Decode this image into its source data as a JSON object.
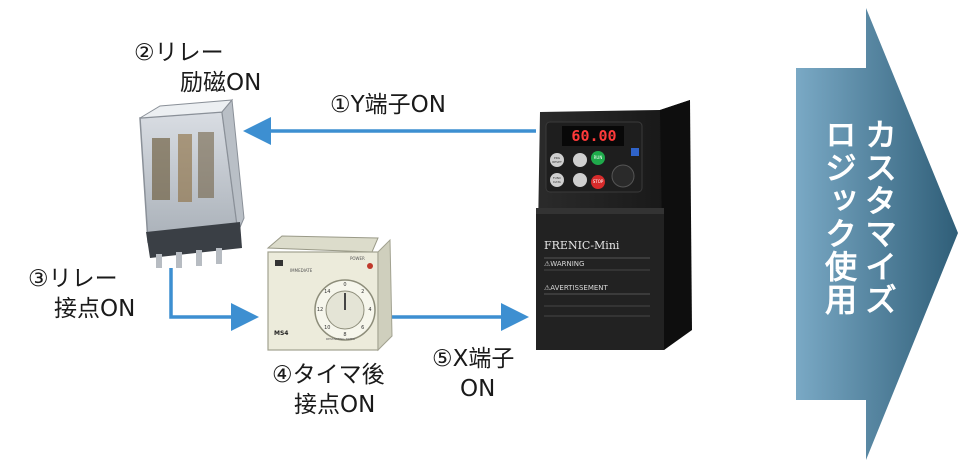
{
  "labels": {
    "step1": "①Y端子ON",
    "step2_line1": "②リレー",
    "step2_line2": "励磁ON",
    "step3_line1": "③リレー",
    "step3_line2": "接点ON",
    "step4_line1": "④タイマ後",
    "step4_line2": "接点ON",
    "step5_line1": "⑤X端子",
    "step5_line2": "ON"
  },
  "big_arrow": {
    "col1": "カスタマイズ",
    "col2": "ロジック使用"
  },
  "inverter": {
    "display": "60.00",
    "brand": "FRENIC-Mini",
    "warning": "⚠WARNING",
    "avertissement": "⚠AVERTISSEMENT",
    "run": "RUN",
    "stop": "STOP",
    "prg": "PRG RESET",
    "func": "FUNC DATA"
  },
  "timer": {
    "power": "POWER",
    "immediate": "IMMEDIATE",
    "restart": "RESTARTING TIMER",
    "model": "MS4",
    "dial": [
      "0",
      "2",
      "4",
      "6",
      "8",
      "10",
      "12",
      "14"
    ]
  },
  "colors": {
    "arrow_blue": "#3d8fd1",
    "big_arrow_start": "#6e9fbd",
    "big_arrow_end": "#2f5e78"
  }
}
